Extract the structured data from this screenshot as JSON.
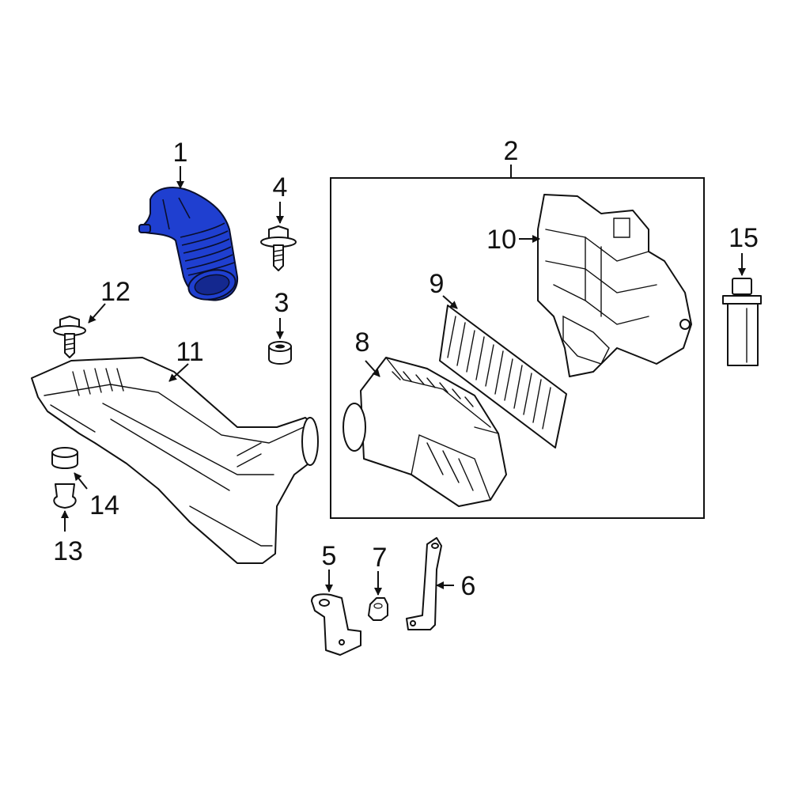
{
  "callouts": {
    "c1": "1",
    "c2": "2",
    "c3": "3",
    "c4": "4",
    "c5": "5",
    "c6": "6",
    "c7": "7",
    "c8": "8",
    "c9": "9",
    "c10": "10",
    "c11": "11",
    "c12": "12",
    "c13": "13",
    "c14": "14",
    "c15": "15"
  },
  "colors": {
    "highlight_part": "#1f3fd0",
    "line": "#111111",
    "background": "#ffffff"
  },
  "highlighted_part": "1"
}
